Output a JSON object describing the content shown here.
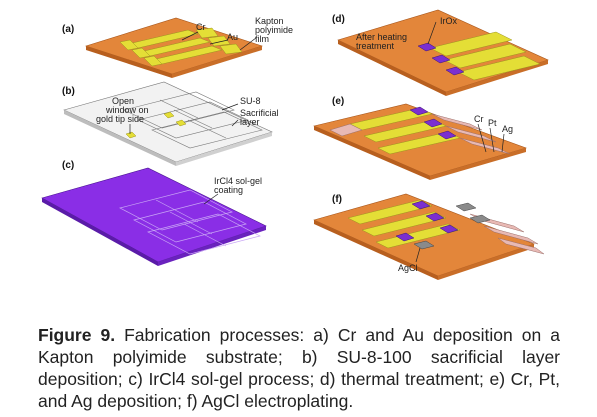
{
  "panels": {
    "a": {
      "label": "(a)",
      "annotations": {
        "cr": "Cr",
        "au": "Au",
        "kapton_1": "Kapton",
        "kapton_2": "polyimide",
        "kapton_3": "film"
      }
    },
    "b": {
      "label": "(b)",
      "annotations": {
        "window_1": "Open",
        "window_2": "window on",
        "window_3": "gold tip side",
        "su8": "SU-8",
        "sacrificial_1": "Sacrificial",
        "sacrificial_2": "layer"
      }
    },
    "c": {
      "label": "(c)",
      "annotations": {
        "ircl4_1": "IrCl4 sol-gel",
        "ircl4_2": "coating"
      }
    },
    "d": {
      "label": "(d)",
      "annotations": {
        "irox": "IrOx",
        "heat_1": "After heating",
        "heat_2": "treatment"
      }
    },
    "e": {
      "label": "(e)",
      "annotations": {
        "cr": "Cr",
        "pt": "Pt",
        "ag": "Ag"
      }
    },
    "f": {
      "label": "(f)",
      "annotations": {
        "agcl": "AgCl"
      }
    }
  },
  "colors": {
    "kapton": "#e3863a",
    "kapton_side": "#b85f1e",
    "gold": "#e4de36",
    "su8": "#f2f2f2",
    "ircl4": "#8a2ee6",
    "irox": "#7b2fd0",
    "pt": "#e8b9b4",
    "agcl": "#8a8a8a"
  },
  "caption": {
    "figure_label": "Figure 9.",
    "text": "Fabrication processes: a) Cr and Au deposition on a Kapton polyimide substrate; b) SU-8-100 sacrificial layer deposition; c) IrCl4 sol-gel process; d) thermal treatment; e) Cr, Pt, and Ag deposition; f) AgCl electroplating."
  }
}
